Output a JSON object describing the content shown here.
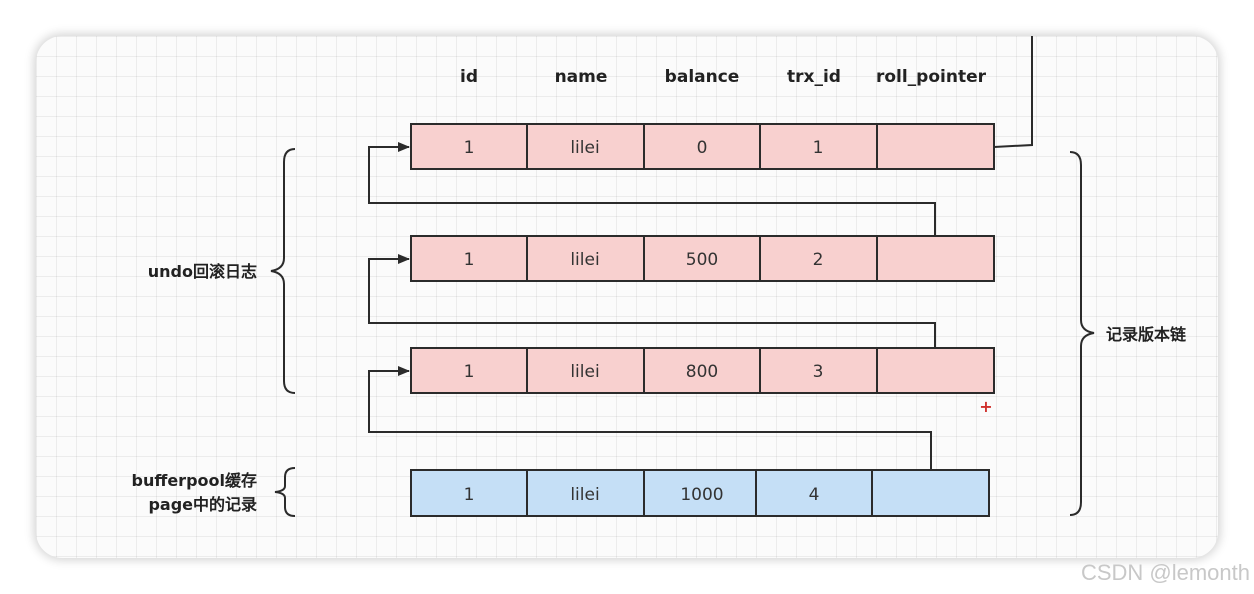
{
  "headers": [
    "id",
    "name",
    "balance",
    "trx_id",
    "roll_pointer"
  ],
  "undo_rows": [
    [
      "1",
      "lilei",
      "0",
      "1",
      ""
    ],
    [
      "1",
      "lilei",
      "500",
      "2",
      ""
    ],
    [
      "1",
      "lilei",
      "800",
      "3",
      ""
    ]
  ],
  "buffer_row": [
    "1",
    "lilei",
    "1000",
    "4",
    ""
  ],
  "labels": {
    "undo": "undo回滚日志",
    "bufferpool_line1": "bufferpool缓存",
    "bufferpool_line2": "page中的记录",
    "version_chain": "记录版本链",
    "plus": "+"
  },
  "watermark": "CSDN @lemonth",
  "colors": {
    "undo_fill": "#f8d0cf",
    "buffer_fill": "#c5dff6",
    "border": "#2b2b2b"
  }
}
